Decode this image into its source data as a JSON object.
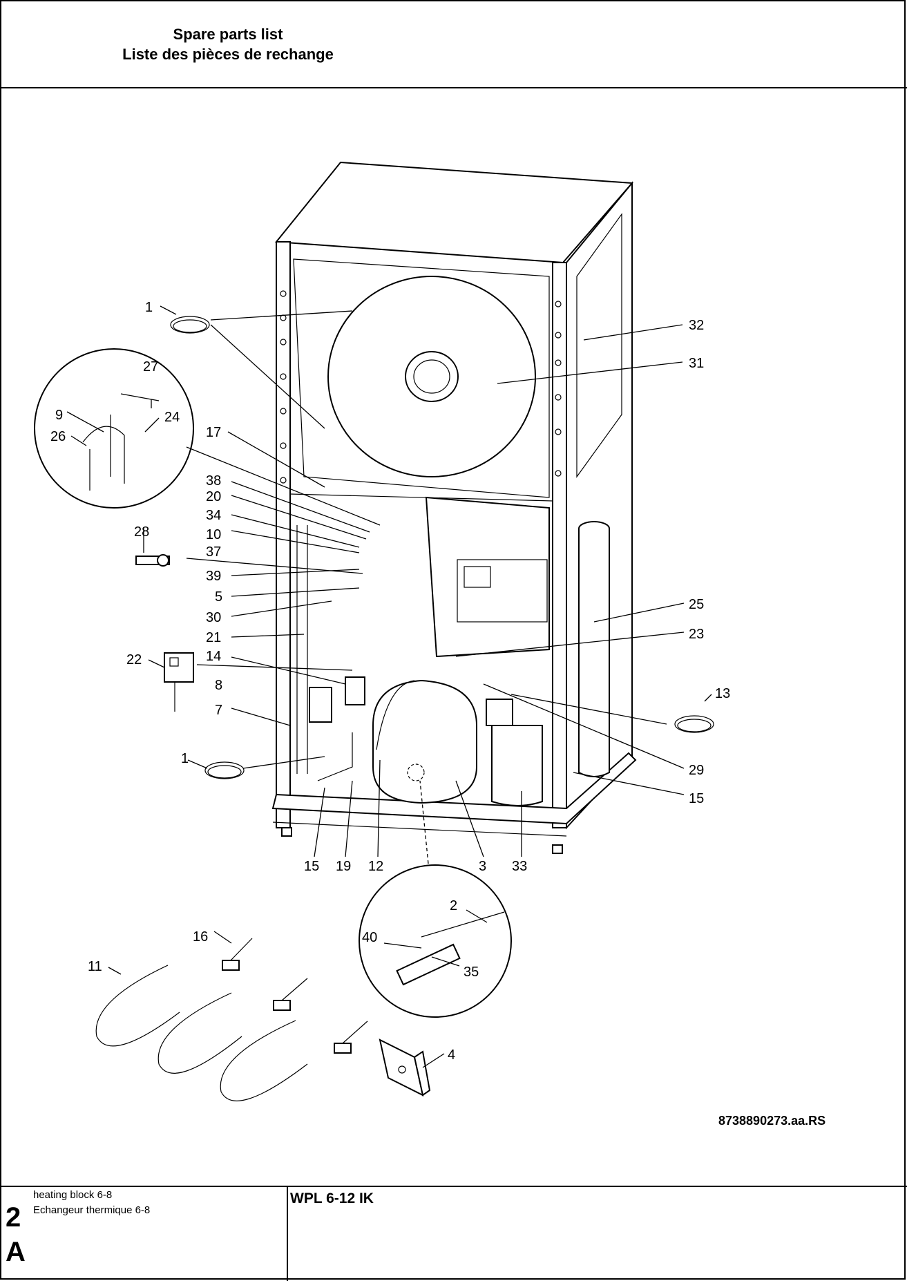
{
  "header": {
    "title_en": "Spare parts list",
    "title_fr": "Liste des pièces de rechange"
  },
  "diagram": {
    "callouts": [
      "1",
      "32",
      "31",
      "27",
      "9",
      "24",
      "26",
      "17",
      "38",
      "20",
      "34",
      "28",
      "10",
      "37",
      "39",
      "5",
      "30",
      "21",
      "25",
      "23",
      "22",
      "14",
      "8",
      "7",
      "13",
      "1",
      "29",
      "15",
      "15",
      "19",
      "12",
      "3",
      "33",
      "2",
      "16",
      "40",
      "11",
      "35",
      "4"
    ],
    "reference_number": "8738890273.aa.RS"
  },
  "footer": {
    "page_number": "2",
    "section_letter": "A",
    "desc_en": "heating block 6-8",
    "desc_fr": "Echangeur thermique 6-8",
    "model": "WPL 6-12 IK"
  }
}
